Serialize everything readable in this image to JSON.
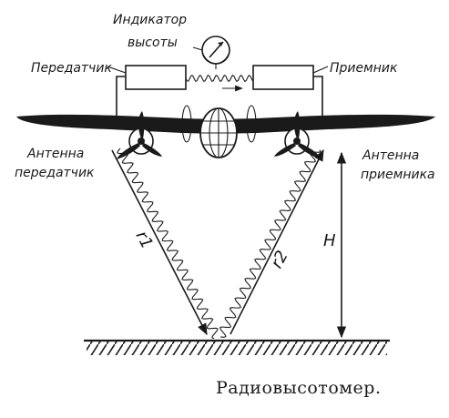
{
  "labels": {
    "indicator_line1": "Индикатор",
    "indicator_line2": "высоты",
    "transmitter": "Передатчик",
    "receiver": "Приемник",
    "antenna_tx_line1": "Антенна",
    "antenna_tx_line2": "передатчик",
    "antenna_rx_line1": "Антенна",
    "antenna_rx_line2": "приемника",
    "r1": "r1",
    "r2": "r2",
    "height": "H"
  },
  "caption": "Радиовысотомер.",
  "icons": [
    "altimeter-gauge-icon",
    "aircraft-icon",
    "propeller-icon",
    "ground-hatching-icon"
  ],
  "colors": {
    "ink": "#1a1a1a",
    "paper": "#ffffff"
  }
}
